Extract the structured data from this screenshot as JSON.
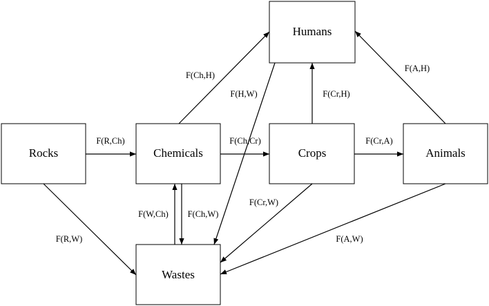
{
  "nodes": {
    "humans": "Humans",
    "rocks": "Rocks",
    "chemicals": "Chemicals",
    "crops": "Crops",
    "animals": "Animals",
    "wastes": "Wastes"
  },
  "edges": {
    "rocks_chemicals": "F(R,Ch)",
    "chemicals_crops": "F(Ch,Cr)",
    "crops_animals": "F(Cr,A)",
    "chemicals_humans": "F(Ch,H)",
    "crops_humans": "F(Cr,H)",
    "animals_humans": "F(A,H)",
    "humans_wastes": "F(H,W)",
    "wastes_chemicals": "F(W,Ch)",
    "chemicals_wastes": "F(Ch,W)",
    "rocks_wastes": "F(R,W)",
    "crops_wastes": "F(Cr,W)",
    "animals_wastes": "F(A,W)"
  }
}
